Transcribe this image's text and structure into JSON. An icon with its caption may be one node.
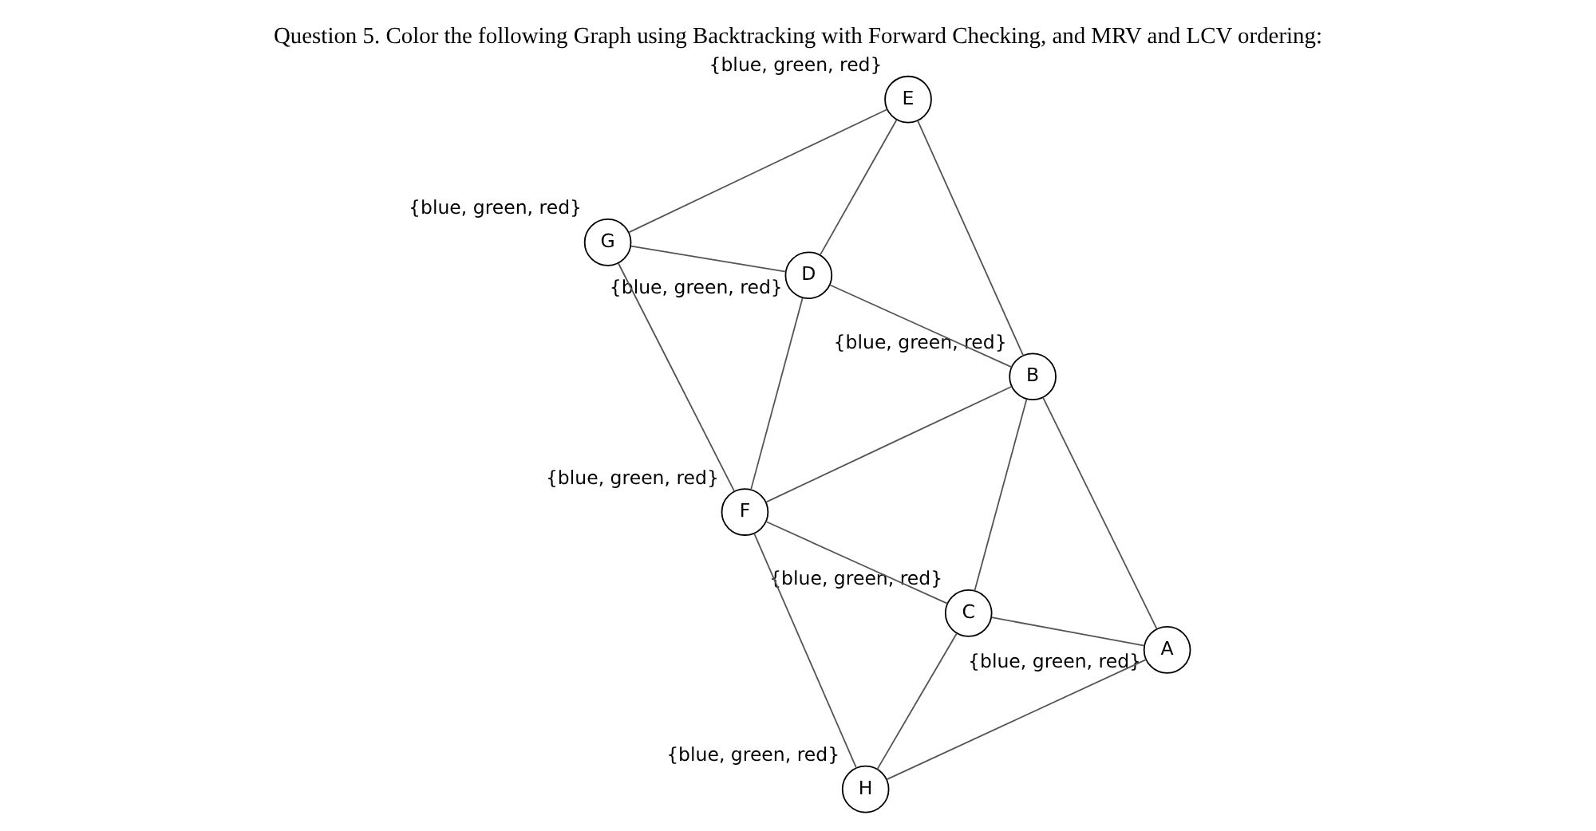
{
  "diagram": {
    "title": "Question 5. Color the following Graph using Backtracking with Forward Checking, and MRV and LCV ordering:",
    "nodes": [
      {
        "text": [
          "A"
        ],
        "beside": [
          "{blue, green, red}"
        ]
      },
      {
        "text": [
          "B"
        ],
        "beside": [
          "{blue, green, red}"
        ]
      },
      {
        "text": [
          "C"
        ],
        "beside": [
          "{blue, green, red}"
        ]
      },
      {
        "text": [
          "D"
        ],
        "beside": [
          "{blue, green, red}"
        ]
      },
      {
        "text": [
          "E"
        ],
        "beside": [
          "{blue, green, red}"
        ]
      },
      {
        "text": [
          "F"
        ],
        "beside": [
          "{blue, green, red}"
        ]
      },
      {
        "text": [
          "G"
        ],
        "beside": [
          "{blue, green, red}"
        ]
      },
      {
        "text": [
          "H"
        ],
        "beside": [
          "{blue, green, red}"
        ]
      }
    ],
    "edges": [
      {
        "from": 0,
        "to": 1,
        "arrow": "none"
      },
      {
        "from": 0,
        "to": 2,
        "arrow": "none"
      },
      {
        "from": 0,
        "to": 7,
        "arrow": "none"
      },
      {
        "from": 1,
        "to": 2,
        "arrow": "none"
      },
      {
        "from": 1,
        "to": 5,
        "arrow": "none"
      },
      {
        "from": 1,
        "to": 3,
        "arrow": "none"
      },
      {
        "from": 1,
        "to": 4,
        "arrow": "none"
      },
      {
        "from": 2,
        "to": 7,
        "arrow": "none"
      },
      {
        "from": 2,
        "to": 5,
        "arrow": "none"
      },
      {
        "from": 7,
        "to": 5,
        "arrow": "none"
      },
      {
        "from": 4,
        "to": 3,
        "arrow": "none"
      },
      {
        "from": 3,
        "to": 5,
        "arrow": "none"
      },
      {
        "from": 3,
        "to": 6,
        "arrow": "none"
      },
      {
        "from": 4,
        "to": 6,
        "arrow": "none"
      },
      {
        "from": 5,
        "to": 6,
        "arrow": "none"
      }
    ]
  }
}
